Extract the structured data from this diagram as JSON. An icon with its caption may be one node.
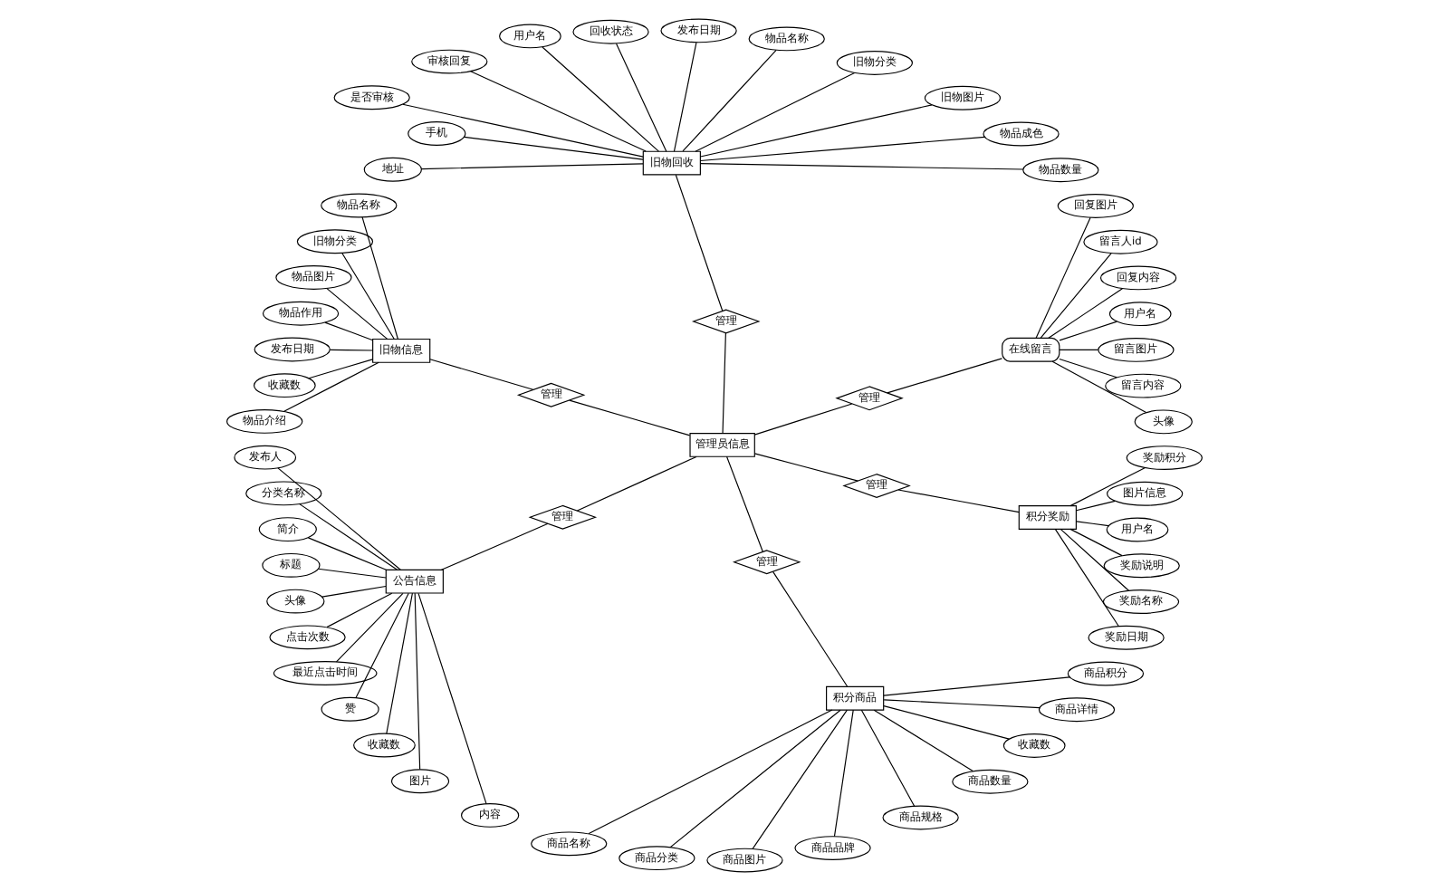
{
  "diagram": {
    "nodes": [
      {
        "text": [
          "管理员信息"
        ]
      },
      {
        "text": [
          "管理"
        ]
      },
      {
        "text": [
          "在线留言"
        ]
      },
      {
        "text": [
          "头像"
        ]
      },
      {
        "text": [
          "留言内容"
        ]
      },
      {
        "text": [
          "留言图片"
        ]
      },
      {
        "text": [
          "用户名"
        ]
      },
      {
        "text": [
          "回复内容"
        ]
      },
      {
        "text": [
          "留言人id"
        ]
      },
      {
        "text": [
          "回复图片"
        ]
      },
      {
        "text": [
          "管理"
        ]
      },
      {
        "text": [
          "旧物回收"
        ]
      },
      {
        "text": [
          "物品数量"
        ]
      },
      {
        "text": [
          "物品成色"
        ]
      },
      {
        "text": [
          "旧物图片"
        ]
      },
      {
        "text": [
          "旧物分类"
        ]
      },
      {
        "text": [
          "物品名称"
        ]
      },
      {
        "text": [
          "发布日期"
        ]
      },
      {
        "text": [
          "回收状态"
        ]
      },
      {
        "text": [
          "用户名"
        ]
      },
      {
        "text": [
          "审核回复"
        ]
      },
      {
        "text": [
          "是否审核"
        ]
      },
      {
        "text": [
          "手机"
        ]
      },
      {
        "text": [
          "地址"
        ]
      },
      {
        "text": [
          "管理"
        ]
      },
      {
        "text": [
          "旧物信息"
        ]
      },
      {
        "text": [
          "物品名称"
        ]
      },
      {
        "text": [
          "旧物分类"
        ]
      },
      {
        "text": [
          "物品图片"
        ]
      },
      {
        "text": [
          "物品作用"
        ]
      },
      {
        "text": [
          "发布日期"
        ]
      },
      {
        "text": [
          "收藏数"
        ]
      },
      {
        "text": [
          "物品介绍"
        ]
      },
      {
        "text": [
          "管理"
        ]
      },
      {
        "text": [
          "公告信息"
        ]
      },
      {
        "text": [
          "发布人"
        ]
      },
      {
        "text": [
          "分类名称"
        ]
      },
      {
        "text": [
          "简介"
        ]
      },
      {
        "text": [
          "标题"
        ]
      },
      {
        "text": [
          "头像"
        ]
      },
      {
        "text": [
          "点击次数"
        ]
      },
      {
        "text": [
          "最近点击时间"
        ]
      },
      {
        "text": [
          "赞"
        ]
      },
      {
        "text": [
          "收藏数"
        ]
      },
      {
        "text": [
          "图片"
        ]
      },
      {
        "text": [
          "内容"
        ]
      },
      {
        "text": [
          "管理"
        ]
      },
      {
        "text": [
          "积分商品"
        ]
      },
      {
        "text": [
          "商品名称"
        ]
      },
      {
        "text": [
          "商品分类"
        ]
      },
      {
        "text": [
          "商品图片"
        ]
      },
      {
        "text": [
          "商品品牌"
        ]
      },
      {
        "text": [
          "商品规格"
        ]
      },
      {
        "text": [
          "商品数量"
        ]
      },
      {
        "text": [
          "收藏数"
        ]
      },
      {
        "text": [
          "商品详情"
        ]
      },
      {
        "text": [
          "商品积分"
        ]
      },
      {
        "text": [
          "管理"
        ]
      },
      {
        "text": [
          "积分奖励"
        ]
      },
      {
        "text": [
          "奖励日期"
        ]
      },
      {
        "text": [
          "奖励名称"
        ]
      },
      {
        "text": [
          "奖励说明"
        ]
      },
      {
        "text": [
          "用户名"
        ]
      },
      {
        "text": [
          "图片信息"
        ]
      },
      {
        "text": [
          "奖励积分"
        ]
      }
    ],
    "edges": [
      {
        "from": 0,
        "to": 1,
        "arrow": "none"
      },
      {
        "from": 1,
        "to": 2,
        "arrow": "none"
      },
      {
        "from": 2,
        "to": 3,
        "arrow": "none"
      },
      {
        "from": 2,
        "to": 4,
        "arrow": "none"
      },
      {
        "from": 2,
        "to": 5,
        "arrow": "none"
      },
      {
        "from": 2,
        "to": 6,
        "arrow": "none"
      },
      {
        "from": 2,
        "to": 7,
        "arrow": "none"
      },
      {
        "from": 2,
        "to": 8,
        "arrow": "none"
      },
      {
        "from": 2,
        "to": 9,
        "arrow": "none"
      },
      {
        "from": 0,
        "to": 10,
        "arrow": "none"
      },
      {
        "from": 10,
        "to": 11,
        "arrow": "none"
      },
      {
        "from": 11,
        "to": 12,
        "arrow": "none"
      },
      {
        "from": 11,
        "to": 13,
        "arrow": "none"
      },
      {
        "from": 11,
        "to": 14,
        "arrow": "none"
      },
      {
        "from": 11,
        "to": 15,
        "arrow": "none"
      },
      {
        "from": 11,
        "to": 16,
        "arrow": "none"
      },
      {
        "from": 11,
        "to": 17,
        "arrow": "none"
      },
      {
        "from": 11,
        "to": 18,
        "arrow": "none"
      },
      {
        "from": 11,
        "to": 19,
        "arrow": "none"
      },
      {
        "from": 11,
        "to": 20,
        "arrow": "none"
      },
      {
        "from": 11,
        "to": 21,
        "arrow": "none"
      },
      {
        "from": 11,
        "to": 22,
        "arrow": "none"
      },
      {
        "from": 11,
        "to": 23,
        "arrow": "none"
      },
      {
        "from": 0,
        "to": 24,
        "arrow": "none"
      },
      {
        "from": 24,
        "to": 25,
        "arrow": "none"
      },
      {
        "from": 25,
        "to": 26,
        "arrow": "none"
      },
      {
        "from": 25,
        "to": 27,
        "arrow": "none"
      },
      {
        "from": 25,
        "to": 28,
        "arrow": "none"
      },
      {
        "from": 25,
        "to": 29,
        "arrow": "none"
      },
      {
        "from": 25,
        "to": 30,
        "arrow": "none"
      },
      {
        "from": 25,
        "to": 31,
        "arrow": "none"
      },
      {
        "from": 25,
        "to": 32,
        "arrow": "none"
      },
      {
        "from": 0,
        "to": 33,
        "arrow": "none"
      },
      {
        "from": 33,
        "to": 34,
        "arrow": "none"
      },
      {
        "from": 34,
        "to": 35,
        "arrow": "none"
      },
      {
        "from": 34,
        "to": 36,
        "arrow": "none"
      },
      {
        "from": 34,
        "to": 37,
        "arrow": "none"
      },
      {
        "from": 34,
        "to": 38,
        "arrow": "none"
      },
      {
        "from": 34,
        "to": 39,
        "arrow": "none"
      },
      {
        "from": 34,
        "to": 40,
        "arrow": "none"
      },
      {
        "from": 34,
        "to": 41,
        "arrow": "none"
      },
      {
        "from": 34,
        "to": 42,
        "arrow": "none"
      },
      {
        "from": 34,
        "to": 43,
        "arrow": "none"
      },
      {
        "from": 34,
        "to": 44,
        "arrow": "none"
      },
      {
        "from": 34,
        "to": 45,
        "arrow": "none"
      },
      {
        "from": 0,
        "to": 46,
        "arrow": "none"
      },
      {
        "from": 46,
        "to": 47,
        "arrow": "none"
      },
      {
        "from": 47,
        "to": 48,
        "arrow": "none"
      },
      {
        "from": 47,
        "to": 49,
        "arrow": "none"
      },
      {
        "from": 47,
        "to": 50,
        "arrow": "none"
      },
      {
        "from": 47,
        "to": 51,
        "arrow": "none"
      },
      {
        "from": 47,
        "to": 52,
        "arrow": "none"
      },
      {
        "from": 47,
        "to": 53,
        "arrow": "none"
      },
      {
        "from": 47,
        "to": 54,
        "arrow": "none"
      },
      {
        "from": 47,
        "to": 55,
        "arrow": "none"
      },
      {
        "from": 47,
        "to": 56,
        "arrow": "none"
      },
      {
        "from": 0,
        "to": 57,
        "arrow": "none"
      },
      {
        "from": 57,
        "to": 58,
        "arrow": "none"
      },
      {
        "from": 58,
        "to": 59,
        "arrow": "none"
      },
      {
        "from": 58,
        "to": 60,
        "arrow": "none"
      },
      {
        "from": 58,
        "to": 61,
        "arrow": "none"
      },
      {
        "from": 58,
        "to": 62,
        "arrow": "none"
      },
      {
        "from": 58,
        "to": 63,
        "arrow": "none"
      },
      {
        "from": 58,
        "to": 64,
        "arrow": "none"
      }
    ]
  }
}
